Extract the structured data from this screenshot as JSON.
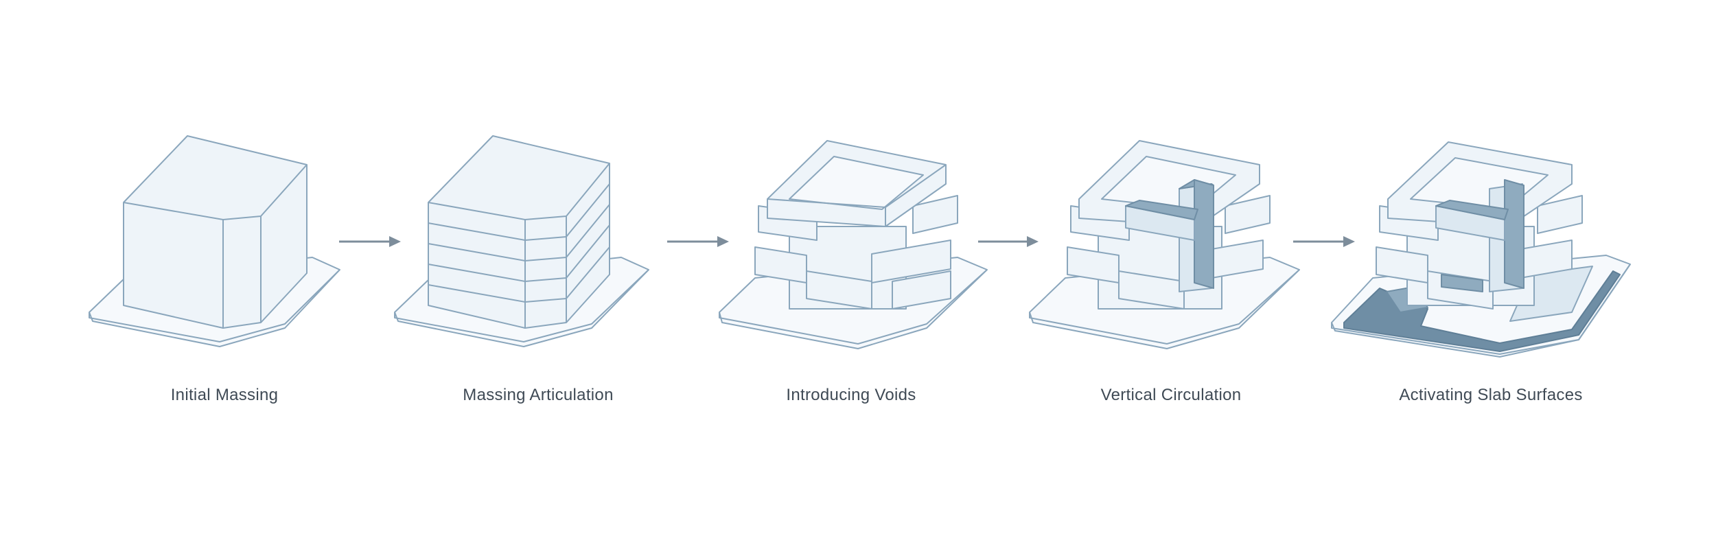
{
  "steps": [
    {
      "label": "Initial Massing"
    },
    {
      "label": "Massing Articulation"
    },
    {
      "label": "Introducing Voids"
    },
    {
      "label": "Vertical Circulation"
    },
    {
      "label": "Activating Slab Surfaces"
    }
  ],
  "colors": {
    "line": "#8aa6bc",
    "fill_light": "#f2f7fb",
    "fill_mid": "#dce8f1",
    "fill_dark": "#7f9db2",
    "arrow": "#7d8d9b",
    "label": "#3f4a55"
  }
}
